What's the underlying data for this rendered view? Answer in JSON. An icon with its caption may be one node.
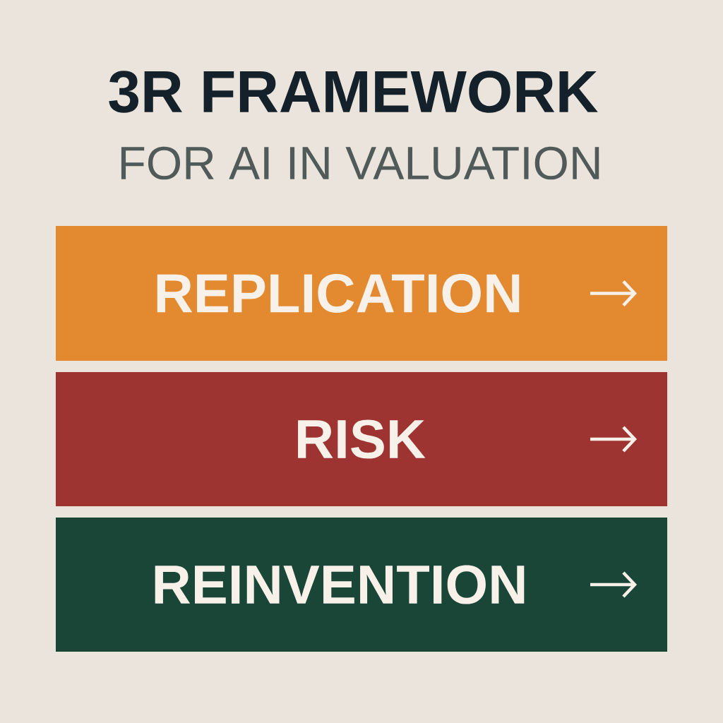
{
  "diagram": {
    "title": "3R FRAMEWORK",
    "nodes": [
      {
        "text": [
          "REPLICATION"
        ]
      },
      {
        "text": [
          "RISK"
        ]
      },
      {
        "text": [
          "REINVENTION"
        ]
      }
    ],
    "labels": [
      "FOR AI IN VALUATION"
    ]
  }
}
